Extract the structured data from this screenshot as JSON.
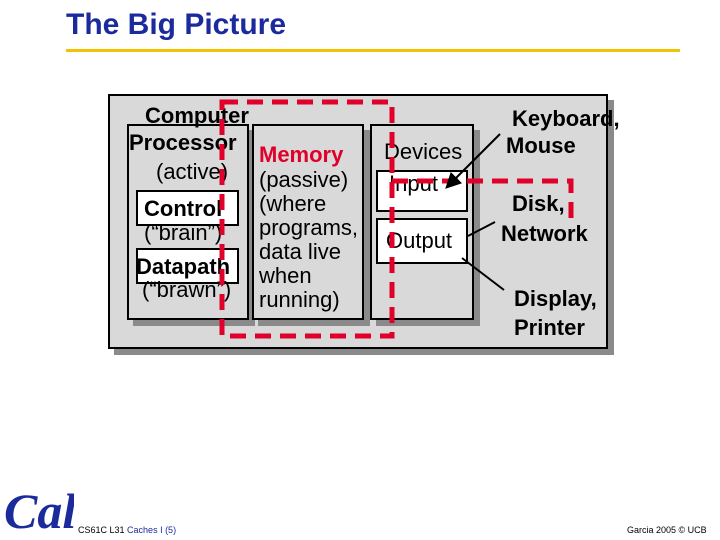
{
  "slide": {
    "title": "The Big Picture",
    "computer_label": "Computer",
    "processor": {
      "label": "Processor",
      "sublabel": "(active)",
      "control": "Control",
      "control_note": "(“brain”)",
      "datapath": "Datapath",
      "datapath_note": "(“brawn”)"
    },
    "memory": {
      "label": "Memory",
      "lines": [
        "(passive)",
        "(where",
        "programs,",
        "data live",
        "when",
        "running)"
      ]
    },
    "devices": {
      "label": "Devices",
      "input": "Input",
      "output": "Output"
    },
    "peripherals": {
      "keyboard_mouse": [
        "Keyboard,",
        "Mouse"
      ],
      "disk_network": [
        "Disk,",
        "Network"
      ],
      "display_printer": [
        "Display,",
        "Printer"
      ]
    }
  },
  "footer": {
    "course": "CS61C L31",
    "topic": "Caches I (5)",
    "credit": "Garcia 2005 © UCB"
  },
  "logo": {
    "text": "Cal",
    "color": "#1c2b9c",
    "icon": "cal-logo-icon"
  },
  "colors": {
    "title": "#1c2b9c",
    "rule": "#f2c200",
    "highlight": "#e0002a",
    "box_fill": "#d9d9d9"
  }
}
